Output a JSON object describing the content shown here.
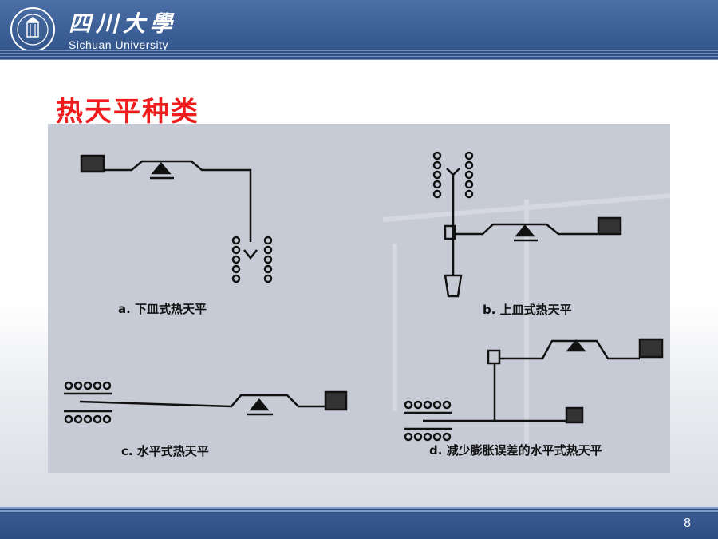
{
  "header": {
    "university_cn": "四川大學",
    "university_en": "Sichuan University"
  },
  "slide": {
    "title": "热天平种类",
    "page_number": "8"
  },
  "figure": {
    "captions": {
      "a": "a. 下皿式热天平",
      "b": "b. 上皿式热天平",
      "c": "c. 水平式热天平",
      "d": "d. 减少膨胀误差的水平式热天平"
    }
  },
  "colors": {
    "title": "#ee1c1c",
    "header": "#3a5d94",
    "figure_background": "#c7cbd6"
  }
}
